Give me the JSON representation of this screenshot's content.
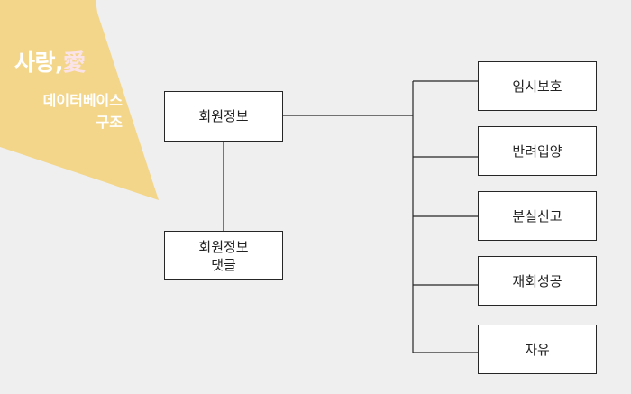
{
  "brand": {
    "title": "사랑,",
    "accent": "愛"
  },
  "subtitle": {
    "line1": "데이터베이스",
    "line2": "구조"
  },
  "diagram": {
    "root": {
      "label": "회원정보"
    },
    "child": {
      "line1": "회원정보",
      "line2": "댓글"
    },
    "branches": [
      {
        "label": "임시보호"
      },
      {
        "label": "반려입양"
      },
      {
        "label": "분실신고"
      },
      {
        "label": "재회성공"
      },
      {
        "label": "자유"
      }
    ]
  },
  "colors": {
    "banner": "#f3d68a",
    "background": "#efefef",
    "line": "#262626"
  }
}
